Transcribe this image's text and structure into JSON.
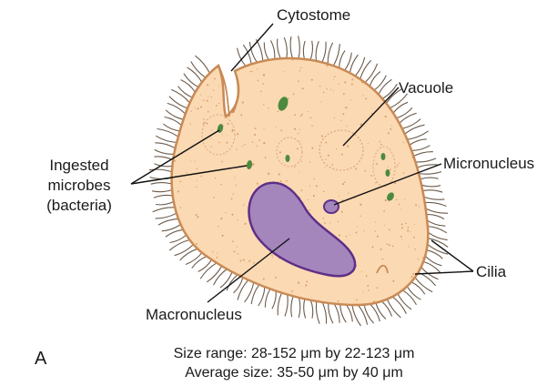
{
  "labels": {
    "cytostome": "Cytostome",
    "vacuole": "Vacuole",
    "micronucleus": "Micronucleus",
    "cilia": "Cilia",
    "macronucleus": "Macronucleus",
    "ingested_line1": "Ingested",
    "ingested_line2": "microbes",
    "ingested_line3": "(bacteria)"
  },
  "panel_letter": "A",
  "caption": {
    "size_range": "Size range: 28-152 μm by 22-123 μm",
    "average_size": "Average size: 35-50 μm by 40 μm"
  },
  "colors": {
    "cytoplasm": "#fbd9b3",
    "outline": "#c98a55",
    "macronucleus": "#a486bd",
    "nucleus_outline": "#5e2f87",
    "food_vacuole": "#4c8a3f",
    "cilia": "#6b5a4a"
  }
}
